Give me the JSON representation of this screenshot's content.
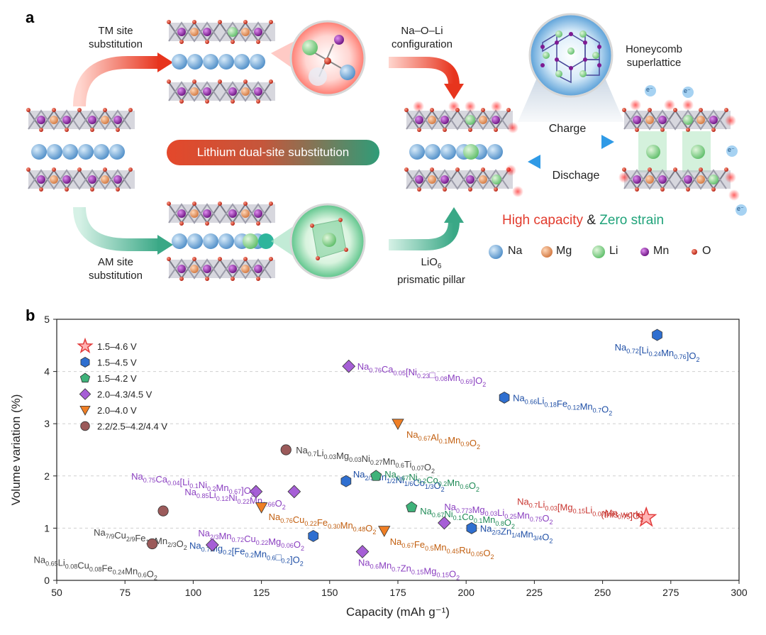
{
  "panel_a": {
    "letter": "a",
    "labels": {
      "tm_site": "TM site\nsubstitution",
      "am_site": "AM site\nsubstitution",
      "na_o_li": "Na–O–Li\nconfiguration",
      "honeycomb": "Honeycomb\nsuperlattice",
      "charge": "Charge",
      "discharge": "Dischage",
      "dual_site": "Lithium dual-site substitution",
      "lio6": "LiO",
      "lio6_sub": "6",
      "prismatic": "prismatic pillar",
      "high_capacity": "High capacity",
      "amp": " & ",
      "zero_strain": "Zero strain"
    },
    "legend": [
      {
        "name": "Na",
        "color": "#7fb6e0"
      },
      {
        "name": "Mg",
        "color": "#e69a66"
      },
      {
        "name": "Li",
        "color": "#9fd89a"
      },
      {
        "name": "Mn",
        "color": "#8a1f9a"
      },
      {
        "name": "O",
        "color": "#d8341f"
      }
    ],
    "electron": "e⁻"
  },
  "panel_b": {
    "letter": "b",
    "chart_data": {
      "type": "scatter",
      "xlabel": "Capacity (mAh g⁻¹)",
      "ylabel": "Volume variation (%)",
      "xlim": [
        50,
        300
      ],
      "ylim": [
        0,
        5
      ],
      "xticks": [
        50,
        75,
        100,
        125,
        150,
        175,
        200,
        225,
        250,
        275,
        300
      ],
      "yticks": [
        0,
        1,
        2,
        3,
        4,
        5
      ],
      "grid": "horizontal dashed",
      "legend_position": "top-left",
      "series": [
        {
          "name": "1.5–4.6 V",
          "marker": "star",
          "color": "#e23b3b"
        },
        {
          "name": "1.5–4.5 V",
          "marker": "hexagon",
          "color": "#2f6fd0"
        },
        {
          "name": "1.5–4.2 V",
          "marker": "pentagon",
          "color": "#3fb27a"
        },
        {
          "name": "2.0–4.3/4.5 V",
          "marker": "diamond",
          "color": "#a65fd6"
        },
        {
          "name": "2.0–4.0 V",
          "marker": "triangle-down",
          "color": "#ef7f25"
        },
        {
          "name": "2.2/2.5–4.2/4.4 V",
          "marker": "circle",
          "color": "#9b5a5a"
        }
      ],
      "points": [
        {
          "s": 0,
          "x": 266,
          "y": 1.2,
          "label": "Na0.7Li0.03[Mg0.15Li0.07Mn0.75]O2",
          "label2": "(this work)"
        },
        {
          "s": 1,
          "x": 270,
          "y": 4.7,
          "label": "Na0.72[Li0.24Mn0.76]O2"
        },
        {
          "s": 1,
          "x": 214,
          "y": 3.5,
          "label": "Na0.66Li0.18Fe0.12Mn0.7O2"
        },
        {
          "s": 1,
          "x": 156,
          "y": 1.9,
          "label": "Na2/3Mn1/2Ni1/6Co1/3O2"
        },
        {
          "s": 1,
          "x": 202,
          "y": 1.0,
          "label": "Na2/3Zn1/4Mn3/4O2"
        },
        {
          "s": 1,
          "x": 144,
          "y": 0.85,
          "label": "Na0.7Mg0.2[Fe0.2Mn0.6□0.2]O2"
        },
        {
          "s": 2,
          "x": 167,
          "y": 2.0,
          "label": "Na0.67Ni0.2Co0.2Mn0.6O2"
        },
        {
          "s": 2,
          "x": 180,
          "y": 1.4,
          "label": "Na0.67Ni0.1Co0.1Mn0.8O2"
        },
        {
          "s": 3,
          "x": 157,
          "y": 4.1,
          "label": "Na0.76Ca0.05[Ni0.23□0.08Mn0.69]O2"
        },
        {
          "s": 3,
          "x": 123,
          "y": 1.7,
          "label": "Na0.75Ca0.04[Li0.1Ni0.2Mn0.67]O2"
        },
        {
          "s": 3,
          "x": 137,
          "y": 1.7,
          "label": "Na0.85Li0.12Ni0.22Mn0.66O2"
        },
        {
          "s": 3,
          "x": 192,
          "y": 1.1,
          "label": "Na0.773Mg0.03Li0.25Mn0.75O2"
        },
        {
          "s": 3,
          "x": 107,
          "y": 0.68,
          "label": "Na2/3Mn0.72Cu0.22Mg0.06O2"
        },
        {
          "s": 3,
          "x": 162,
          "y": 0.55,
          "label": "Na0.6Mn0.7Zn0.15Mg0.15O2"
        },
        {
          "s": 4,
          "x": 175,
          "y": 3.0,
          "label": "Na0.67Al0.1Mn0.9O2"
        },
        {
          "s": 4,
          "x": 125,
          "y": 1.4,
          "label": "Na0.76Cu0.22Fe0.30Mn0.48O2"
        },
        {
          "s": 4,
          "x": 170,
          "y": 0.95,
          "label": "Na0.67Fe0.5Mn0.45Ru0.05O2"
        },
        {
          "s": 5,
          "x": 134,
          "y": 2.5,
          "label": "Na0.7Li0.03Mg0.03Ni0.27Mn0.6Ti0.07O2"
        },
        {
          "s": 5,
          "x": 89,
          "y": 1.33,
          "label": "Na7/9Cu2/9Fe1/9Mn2/3O2"
        },
        {
          "s": 5,
          "x": 85,
          "y": 0.7,
          "label": "Na0.65Li0.08Cu0.08Fe0.24Mn0.6O2"
        }
      ]
    }
  }
}
